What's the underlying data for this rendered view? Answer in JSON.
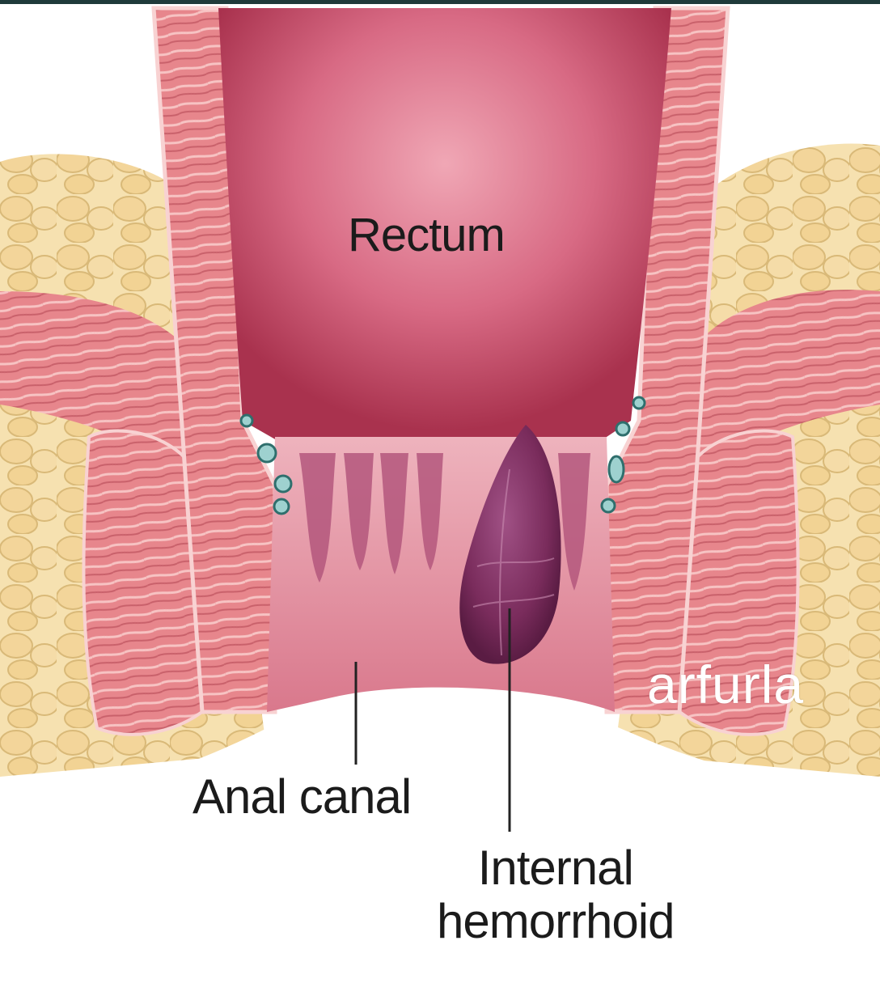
{
  "labels": {
    "rectum": "Rectum",
    "anal_canal": "Anal canal",
    "internal_hemorrhoid_line1": "Internal",
    "internal_hemorrhoid_line2": "hemorrhoid"
  },
  "watermark": "arfurla",
  "colors": {
    "top_bar": "#1f3a3a",
    "fat": "#f3d9a0",
    "muscle": "#e88b8f",
    "lumen": "#c84a66",
    "mucosa": "#e9a3ad",
    "hemorrhoid": "#7d2f5e",
    "background": "#ffffff"
  }
}
